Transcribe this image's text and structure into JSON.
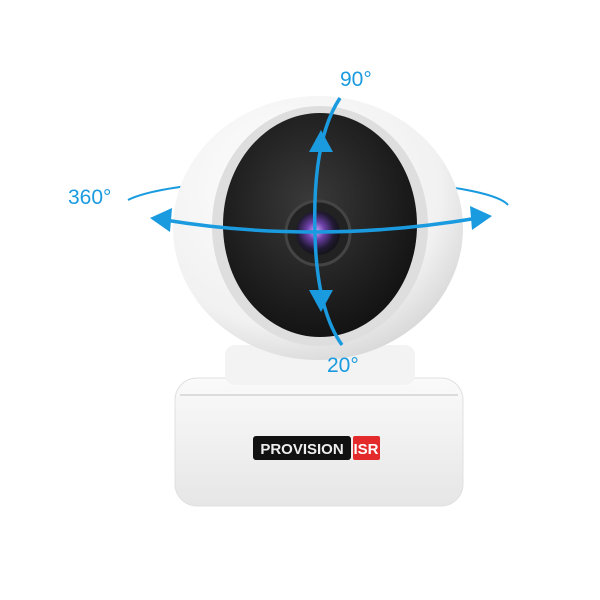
{
  "product": {
    "brand_logo": "PROVISION ISR",
    "logo_main": "PROVISION",
    "logo_suffix": "ISR"
  },
  "annotations": {
    "tilt_up": "90°",
    "tilt_down": "20°",
    "pan": "360°"
  },
  "colors": {
    "arrow": "#1a9be0",
    "logo_red": "#e32b2b",
    "logo_black": "#111111",
    "body": "#f4f4f4"
  }
}
